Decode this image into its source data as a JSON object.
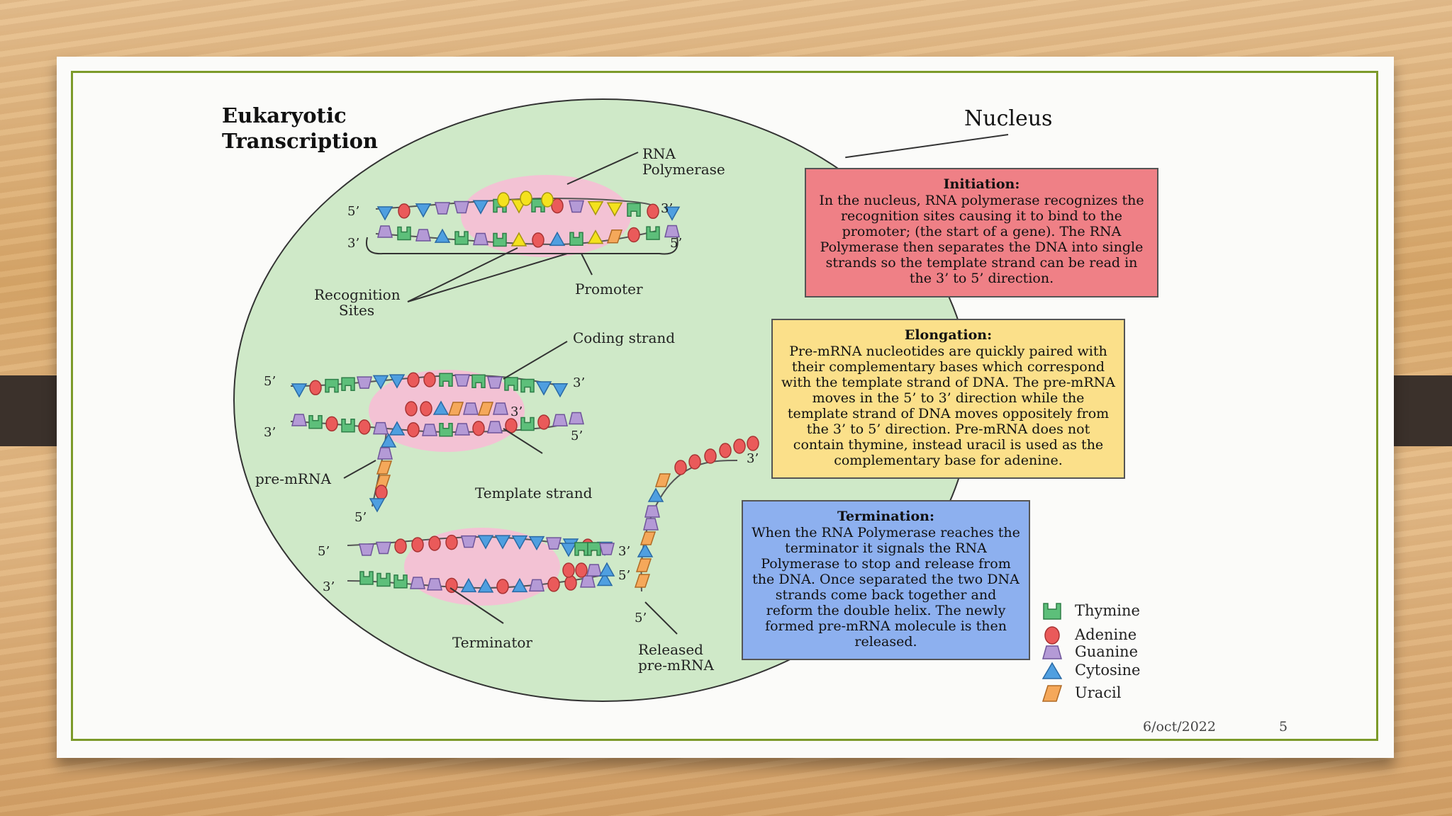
{
  "title_line1": "Eukaryotic",
  "title_line2": "Transcription",
  "nucleus": "Nucleus",
  "labels": {
    "rna_polymerase_1": "RNA",
    "rna_polymerase_2": "Polymerase",
    "recognition_1": "Recognition",
    "recognition_2": "Sites",
    "promoter": "Promoter",
    "coding_strand": "Coding strand",
    "template_strand": "Template strand",
    "pre_mrna": "pre-mRNA",
    "terminator": "Terminator",
    "released_1": "Released",
    "released_2": "pre-mRNA",
    "five_prime": "5’",
    "three_prime": "3’"
  },
  "initiation": {
    "heading": "Initiation:",
    "text": "In the nucleus, RNA polymerase recognizes the recognition sites causing it to bind to the promoter; (the start of a gene).  The RNA Polymerase then separates the DNA into single strands so the template strand can be read in the 3’ to 5’ direction."
  },
  "elongation": {
    "heading": "Elongation:",
    "text": "Pre-mRNA nucleotides are quickly paired with their complementary bases which correspond with the template strand of DNA.  The pre-mRNA moves in the 5’ to 3’ direction while the template strand of DNA moves oppositely from the 3’ to 5’ direction.  Pre-mRNA does not contain thymine, instead uracil is used as the complementary base for adenine."
  },
  "termination": {
    "heading": "Termination:",
    "text": "When the RNA Polymerase reaches the terminator it signals the RNA Polymerase to stop and release from the DNA.  Once separated the two DNA strands come back together and reform the double helix.  The newly formed pre-mRNA molecule is then released."
  },
  "legend": [
    {
      "label": "Thymine",
      "color": "#5dbf7a",
      "shape": "cup"
    },
    {
      "label": "Adenine",
      "color": "#ea5a5a",
      "shape": "oval"
    },
    {
      "label": "Guanine",
      "color": "#b49ad6",
      "shape": "trapezoid"
    },
    {
      "label": "Cytosine",
      "color": "#4f9fe0",
      "shape": "triangle"
    },
    {
      "label": "Uracil",
      "color": "#f5a85a",
      "shape": "parallelogram"
    }
  ],
  "footer": {
    "date": "6/oct/2022",
    "page": "5"
  },
  "colors": {
    "nucleus_fill": "#cfe9c8",
    "polymerase": "#f3c2d4",
    "frame": "#7c9a2a"
  }
}
